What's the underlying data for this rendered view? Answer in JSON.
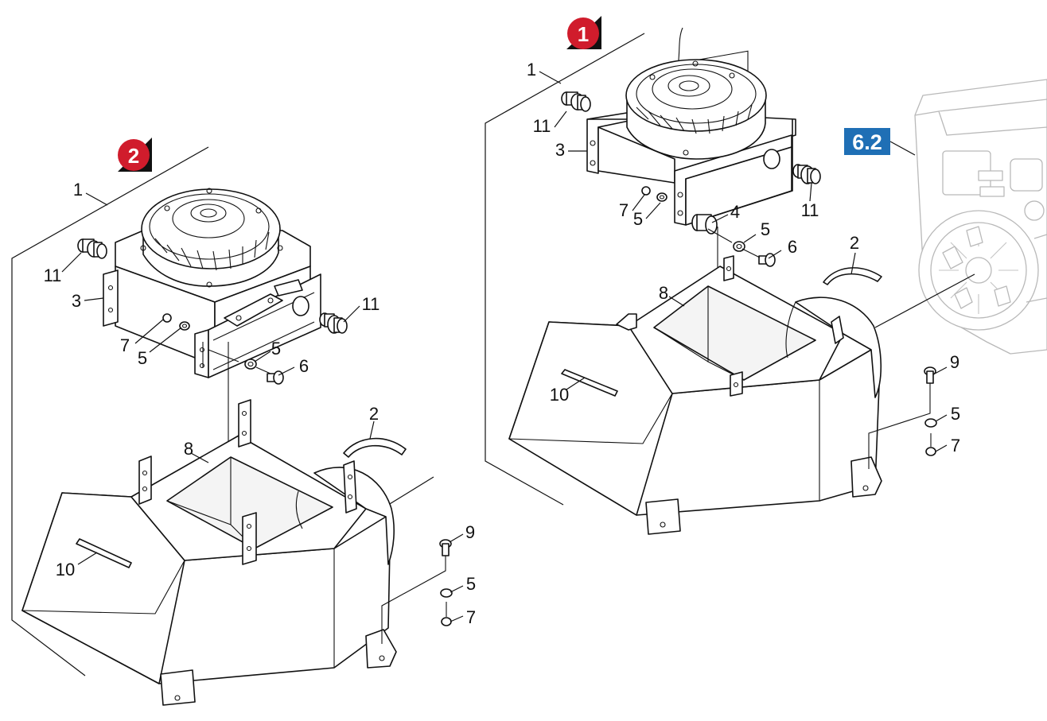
{
  "badges": {
    "variant_1": "1",
    "variant_2": "2"
  },
  "reference": {
    "label": "6.2",
    "color": "#1f6fb5"
  },
  "badge_color": "#d01c2c",
  "callouts_right": {
    "c1": "1",
    "c11a": "11",
    "c3": "3",
    "c7": "7",
    "c5a": "5",
    "c4": "4",
    "c5b": "5",
    "c6": "6",
    "c11b": "11",
    "c2": "2",
    "c8": "8",
    "c10": "10",
    "c9": "9",
    "c5c": "5",
    "c7b": "7"
  },
  "callouts_left": {
    "c1": "1",
    "c11a": "11",
    "c3": "3",
    "c7": "7",
    "c5a": "5",
    "c5b": "5",
    "c6": "6",
    "c11b": "11",
    "c2": "2",
    "c8": "8",
    "c10": "10",
    "c9": "9",
    "c5c": "5",
    "c7b": "7"
  }
}
